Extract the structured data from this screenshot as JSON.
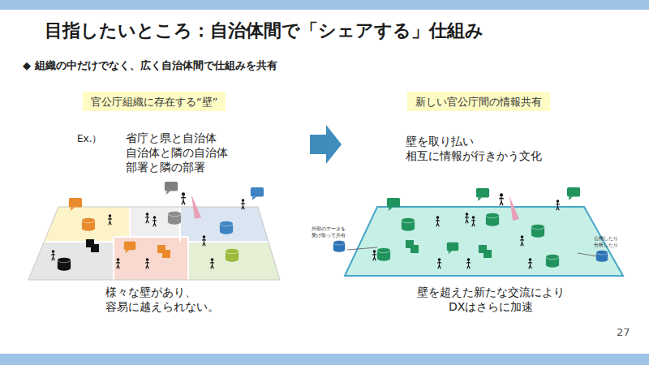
{
  "diagram": {
    "title": "目指したいところ：自治体間で「シェアする」仕組み",
    "nodes": [
      {
        "text": [
          "官公庁組織に存在する“壁”"
        ]
      },
      {
        "text": [
          "新しい官公庁間の情報共有"
        ]
      }
    ],
    "labels": [
      "◆ 組織の中だけでなく、広く自治体間で仕組みを共有",
      "Ex.）",
      "省庁と県と自治体",
      "自治体と隣の自治体",
      "部署と隣の部署",
      "様々な壁があり、",
      "容易に越えられない。",
      "壁を取り払い",
      "相互に情報が行きかう文化",
      "外部のデータを",
      "受け取って共有",
      "公開したり",
      "分析したり",
      "壁を超えた新たな交流により",
      "DXはさらに加速",
      "27"
    ]
  }
}
